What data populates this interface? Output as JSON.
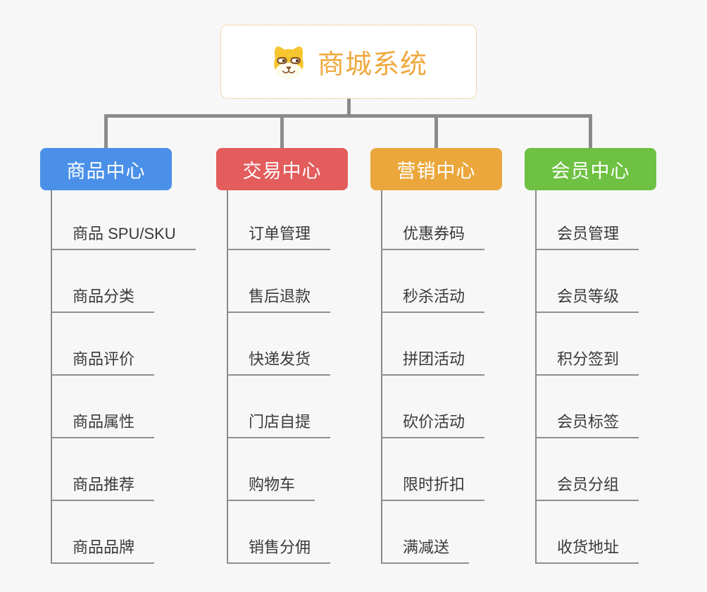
{
  "canvas": {
    "background_color": "#f7f7f7",
    "connector_color": "#8b8b8b",
    "leaf_underline_color": "#8f8f8f",
    "leaf_text_color": "#3a3a3a"
  },
  "root": {
    "title": "商城系统",
    "title_color": "#efa93e",
    "border_color": "#e9b15c",
    "icon": "dog-face-icon"
  },
  "branches": [
    {
      "label": "商品中心",
      "color": "#4a90e8",
      "children": [
        "商品 SPU/SKU",
        "商品分类",
        "商品评价",
        "商品属性",
        "商品推荐",
        "商品品牌"
      ]
    },
    {
      "label": "交易中心",
      "color": "#e35d5d",
      "children": [
        "订单管理",
        "售后退款",
        "快递发货",
        "门店自提",
        "购物车",
        "销售分佣"
      ]
    },
    {
      "label": "营销中心",
      "color": "#eba73c",
      "children": [
        "优惠券码",
        "秒杀活动",
        "拼团活动",
        "砍价活动",
        "限时折扣",
        "满减送"
      ]
    },
    {
      "label": "会员中心",
      "color": "#6ec142",
      "children": [
        "会员管理",
        "会员等级",
        "积分签到",
        "会员标签",
        "会员分组",
        "收货地址"
      ]
    }
  ]
}
